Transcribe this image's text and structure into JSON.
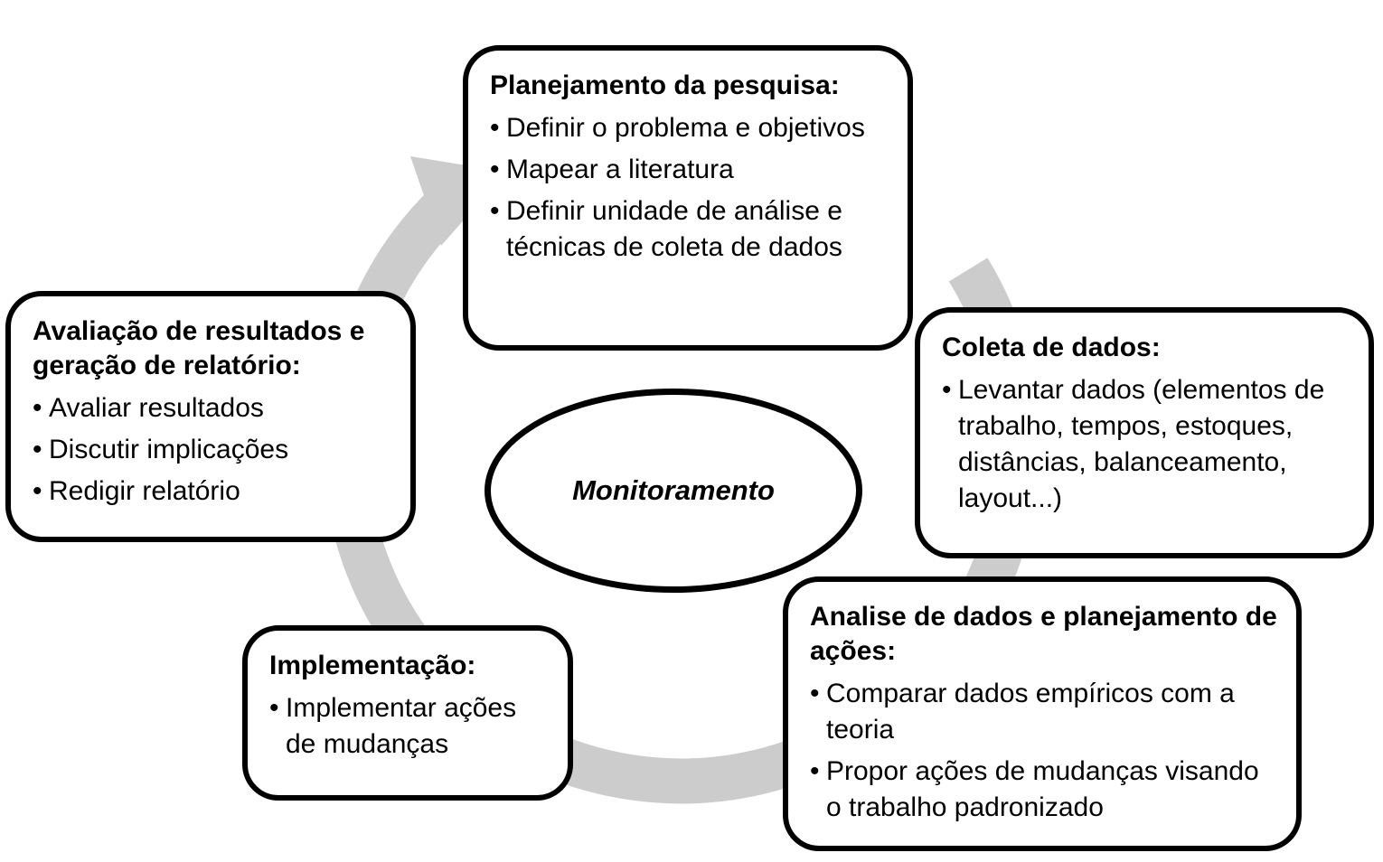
{
  "colors": {
    "cycle_arrow": "#cccccc",
    "box_border": "#000000",
    "background": "#ffffff"
  },
  "center": {
    "label": "Monitoramento"
  },
  "steps": [
    {
      "title": "Planejamento da pesquisa:",
      "items": [
        "Definir o problema e objetivos",
        "Mapear a literatura",
        "Definir unidade de análise e técnicas de coleta de dados"
      ]
    },
    {
      "title": "Coleta de dados:",
      "items": [
        "Levantar dados (elementos de trabalho, tempos, estoques, distâncias, balanceamento, layout...)"
      ]
    },
    {
      "title": "Analise de dados e planejamento de ações:",
      "items": [
        "Comparar dados empíricos com a teoria",
        "Propor ações de mudanças visando o trabalho padronizado"
      ]
    },
    {
      "title": "Implementação:",
      "items": [
        "Implementar ações de mudanças"
      ]
    },
    {
      "title": "Avaliação de resultados e geração de relatório:",
      "items": [
        "Avaliar resultados",
        "Discutir implicações",
        "Redigir relatório"
      ]
    }
  ]
}
